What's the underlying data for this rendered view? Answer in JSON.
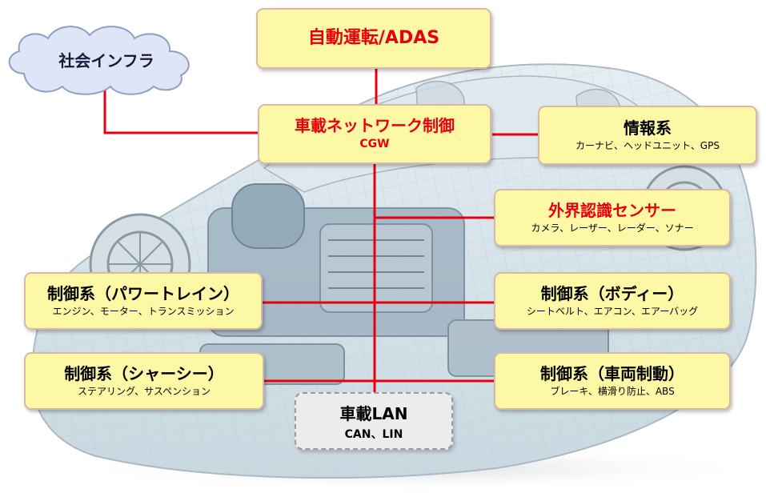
{
  "diagram": {
    "cloud": {
      "label": "社会インフラ"
    },
    "adas": {
      "title": "自動運転/ADAS"
    },
    "network": {
      "title": "車載ネットワーク制御",
      "subtitle": "CGW"
    },
    "info": {
      "title": "情報系",
      "subtitle": "カーナビ、ヘッドユニット、GPS"
    },
    "sensor": {
      "title": "外界認識センサー",
      "subtitle": "カメラ、レーザー、レーダー、ソナー"
    },
    "powertrain": {
      "title": "制御系（パワートレイン）",
      "subtitle": "エンジン、モーター、トランスミッション"
    },
    "body": {
      "title": "制御系（ボディー）",
      "subtitle": "シートベルト、エアコン、エアーバッグ"
    },
    "chassis": {
      "title": "制御系（シャーシー）",
      "subtitle": "ステアリング、サスペンション"
    },
    "vehicle": {
      "title": "制御系（車両制動）",
      "subtitle": "ブレーキ、横滑り防止、ABS"
    },
    "lan": {
      "title": "車載LAN",
      "subtitle": "CAN、LIN"
    }
  },
  "colors": {
    "box_fill": "#fdf8a6",
    "box_border": "#d9b8a6",
    "connector": "#e8000c",
    "title_red": "#e8000c",
    "cloud_fill": "#dde5f7"
  },
  "icons": {
    "background": "transparent-wireframe-car"
  }
}
